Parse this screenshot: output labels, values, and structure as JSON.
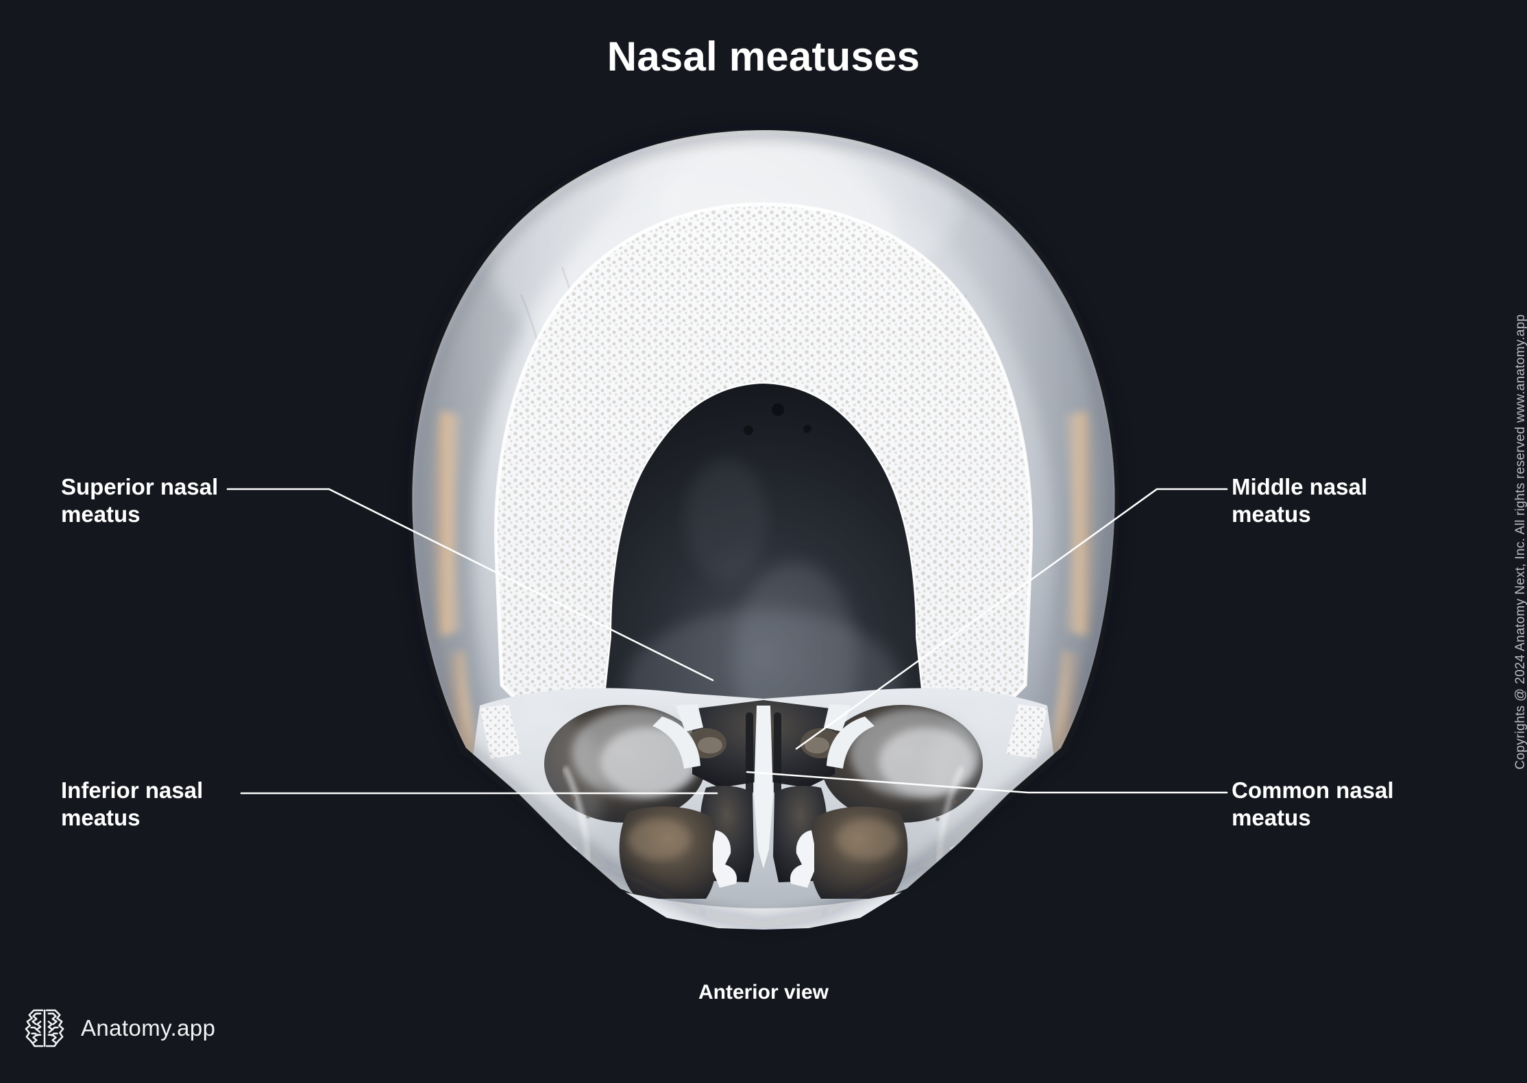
{
  "page": {
    "title": "Nasal meatuses",
    "caption": "Anterior view",
    "background_color": "#14171d",
    "label_color": "#ffffff",
    "leader_color": "#ffffff"
  },
  "copyright": {
    "text": "Copyrights @ 2024 Anatomy Next, Inc. All rights reserved www.anatomy.app",
    "color": "#b9bcc2"
  },
  "logo": {
    "icon": "brain-icon",
    "brand": "Anatomy.app"
  },
  "labels": [
    {
      "id": "superior",
      "text": "Superior nasal\nmeatus",
      "side": "left"
    },
    {
      "id": "middle",
      "text": "Middle nasal\nmeatus",
      "side": "right"
    },
    {
      "id": "inferior",
      "text": "Inferior nasal\nmeatus",
      "side": "left"
    },
    {
      "id": "common",
      "text": "Common nasal\nmeatus",
      "side": "right"
    }
  ],
  "illustration": {
    "subject": "skull-coronal-section",
    "view": "anterior",
    "structures": [
      "cranial vault",
      "diploe (spongy bone)",
      "cranial cavity",
      "orbits",
      "nasal septum",
      "nasal conchae",
      "maxillary sinuses",
      "maxilla",
      "alveolar process"
    ]
  }
}
